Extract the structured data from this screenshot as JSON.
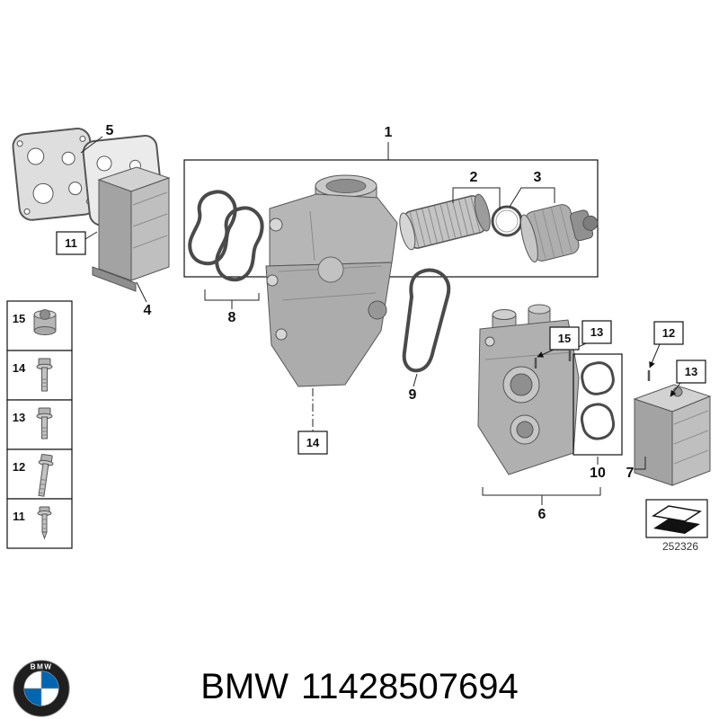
{
  "diagram": {
    "drawing_number": "252326",
    "callouts": {
      "gasket_plate": "5",
      "oil_cooler_left": "4",
      "cooler_left_bolt_box": "11",
      "left_column": [
        "15",
        "14",
        "13",
        "12",
        "11"
      ],
      "main_group": "1",
      "oil_filter_element": "2",
      "filter_cap": "3",
      "housing_gaskets": "8",
      "center_gasket": "9",
      "housing_box": "14",
      "right_assembly": "6",
      "right_gaskets": "10",
      "oil_cooler_right": "7",
      "assembly_bolt_boxes": [
        "15",
        "13"
      ],
      "cooler_bolt_boxes": [
        "12",
        "13"
      ]
    }
  },
  "logo": {
    "text": "BMW"
  },
  "footer": {
    "brand": "BMW",
    "part_number": "11428507694"
  },
  "colors": {
    "bmw_blue": "#0066B1",
    "line": "#444444",
    "part_fill": "#b5b5b5"
  }
}
